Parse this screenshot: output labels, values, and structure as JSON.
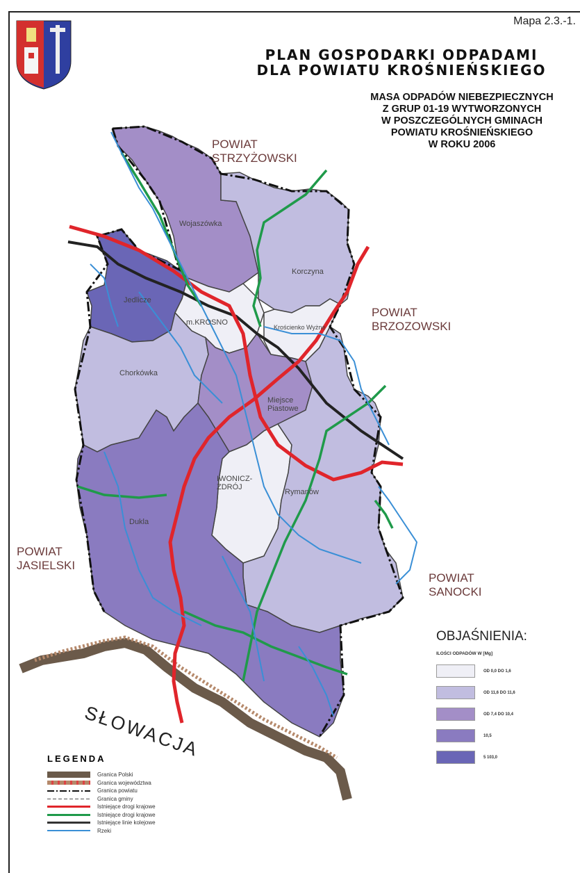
{
  "map_id": "Mapa 2.3.-1.",
  "title_line1": "PLAN GOSPODARKI ODPADAMI",
  "title_line2": "DLA POWIATU KROŚNIEŃSKIEGO",
  "subtitle": [
    "MASA ODPADÓW NIEBEZPIECZNYCH",
    "Z GRUP 01-19 WYTWORZONYCH",
    "W POSZCZEGÓLNYCH GMINACH",
    "POWIATU KROŚNIEŃSKIEGO",
    "W ROKU 2006"
  ],
  "neighbors": {
    "strzyzowski": [
      "POWIAT",
      "STRZYŻOWSKI"
    ],
    "brzozowski": [
      "POWIAT",
      "BRZOZOWSKI"
    ],
    "jasielski": [
      "POWIAT",
      "JASIELSKI"
    ],
    "sanocki": [
      "POWIAT",
      "SANOCKI"
    ],
    "slovakia": "SŁOWACJA"
  },
  "gminy": {
    "wojaszowka": "Wojaszówka",
    "korczyna": "Korczyna",
    "jedlicze": "Jedlicze",
    "krosno": "m.KROSNO",
    "krosciennko": "Krościenko Wyżne",
    "chorkowka": "Chorkówka",
    "miejsce": [
      "Miejsce",
      "Piastowe"
    ],
    "iwonicz": [
      "IWONICZ-",
      "ZDRÓJ"
    ],
    "rymanow": "Rymanów",
    "dukla": "Dukla"
  },
  "legend": {
    "title": "LEGENDA",
    "items": [
      {
        "label": "Granica Polski",
        "color": "#6b5a4a"
      },
      {
        "label": "Granica województwa",
        "color": "#b5896b"
      },
      {
        "label": "Granica powiatu",
        "color": "#111111"
      },
      {
        "label": "Granica gminy",
        "color": "#555555"
      },
      {
        "label": "Istniejące drogi krajowe",
        "color": "#e0252b"
      },
      {
        "label": "Istniejące drogi krajowe",
        "color": "#1f9a4a"
      },
      {
        "label": "Istniejące linie kolejowe",
        "color": "#333333"
      },
      {
        "label": "Rzeki",
        "color": "#3a8fd6"
      }
    ]
  },
  "explanations": {
    "title": "OBJAŚNIENIA:",
    "subtitle": "ILOŚCI ODPADÓW W [Mg]",
    "classes": [
      {
        "label": "OD 0,0 DO 1,6",
        "color": "#efeff6"
      },
      {
        "label": "OD 11,6 DO 11,6",
        "color": "#c1bde0"
      },
      {
        "label": "OD 7,4 DO 10,4",
        "color": "#a38ec7"
      },
      {
        "label": "10,5",
        "color": "#8a7bc0"
      },
      {
        "label": "5 103,0",
        "color": "#6a66b6"
      }
    ]
  }
}
